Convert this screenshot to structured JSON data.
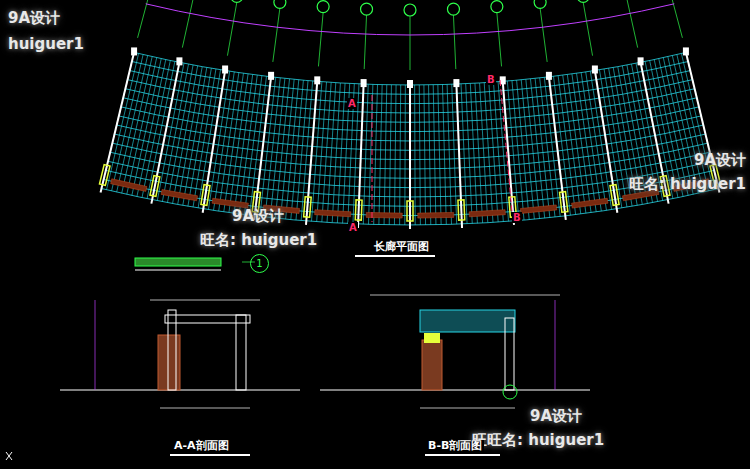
{
  "diagram": {
    "nodes": [
      {
        "text": [
          "1"
        ]
      }
    ],
    "labels": [
      "9A设计",
      "huiguer1",
      "9A设计",
      "旺名: huiguer1",
      "9A设计",
      "旺名: huiguer1",
      "9A设计",
      "旺旺名: huiguer1",
      "长廊平面图",
      "A-A剖面图",
      "B-B剖面图",
      "A",
      "A",
      "B",
      "B"
    ]
  }
}
